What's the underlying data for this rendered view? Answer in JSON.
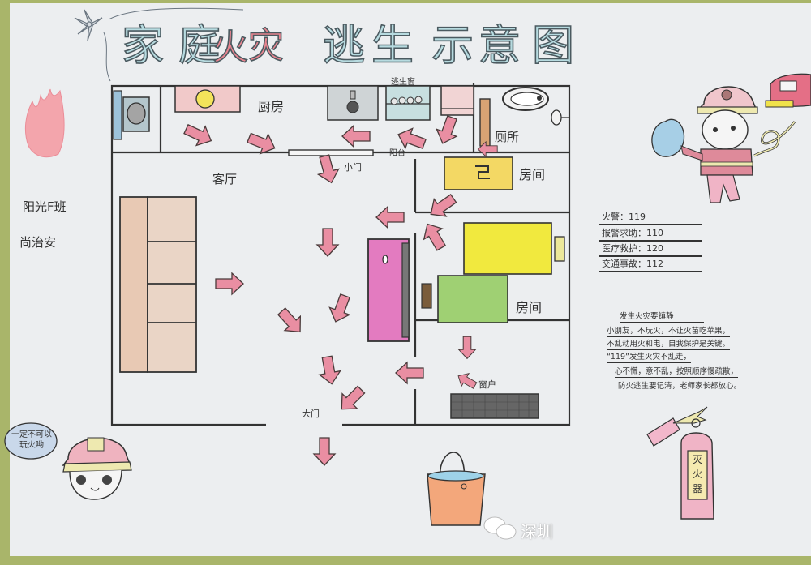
{
  "poster": {
    "title": {
      "chars": [
        {
          "ch": "家",
          "color": "#b7dbe0"
        },
        {
          "ch": "庭",
          "color": "#b7dbe0"
        },
        {
          "ch": "火",
          "color": "#e8848f"
        },
        {
          "ch": "灾",
          "color": "#e8848f"
        },
        {
          "ch": "逃",
          "color": "#b7dbe0"
        },
        {
          "ch": "生",
          "color": "#b7dbe0"
        },
        {
          "ch": "示",
          "color": "#b7dbe0"
        },
        {
          "ch": "意",
          "color": "#b7dbe0"
        },
        {
          "ch": "图",
          "color": "#b7dbe0"
        }
      ],
      "full_text": "家庭火灾逃生示意图"
    },
    "author": {
      "class_name": "阳光F班",
      "student_name": "尚治安"
    },
    "floorplan": {
      "rooms": {
        "kitchen": "厨房",
        "toilet": "厕所",
        "balcony": "阳台",
        "escape_window": "逃生窗",
        "small_door": "小门",
        "living_room": "客厅",
        "bedroom_1": "房间",
        "bedroom_2": "房间",
        "window": "窗户",
        "main_door": "大门"
      }
    },
    "emergency_numbers": [
      {
        "label": "火警：",
        "number": "119"
      },
      {
        "label": "报警求助：",
        "number": "110"
      },
      {
        "label": "医疗救护：",
        "number": "120"
      },
      {
        "label": "交通事故：",
        "number": "112"
      }
    ],
    "safety_tips": {
      "heading": "发生火灾要镇静",
      "lines": [
        "小朋友，不玩火，不让火苗吃苹果，",
        "不乱动用火和电，自我保护是关键。",
        "“119”发生火灾不乱走，",
        "心不慌，意不乱，按照顺序慢疏散，",
        "防火逃生要记清，老师家长都放心。"
      ]
    },
    "speech_bubble": "一定不可以玩火哟",
    "extinguisher_label": "灭火器",
    "watermark": "深圳",
    "colors": {
      "paper": "#eceef0",
      "arrow": "#e98ea2",
      "title_blue": "#b7dbe0",
      "title_red": "#e8848f",
      "yellow": "#f0e24a",
      "green": "#9fd073",
      "magenta": "#e37bc0",
      "wood": "#e8c9b4",
      "board_background": "#a9b56a"
    }
  }
}
